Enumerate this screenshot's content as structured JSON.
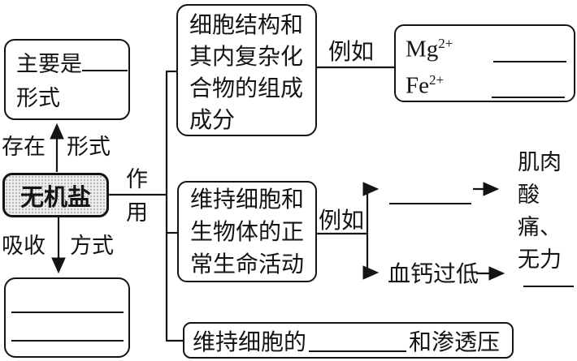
{
  "diagram": {
    "root_label": "无机盐",
    "edge_labels": {
      "existence": "存在",
      "existence_form": "形式",
      "absorption": "吸收",
      "absorption_mode": "方式",
      "role_top": "作",
      "role_bottom": "用",
      "example_composition": "例如",
      "example_life": "例如"
    },
    "boxes": {
      "main_form_prefix": "主要是",
      "main_form_suffix": "形式",
      "composition": "细胞结构和\n其内复杂化\n合物的组成\n成分",
      "life_activity": "维持细胞和\n生物体的正\n常生命活动",
      "osmotic_prefix": "维持细胞的",
      "osmotic_suffix": "和渗透压"
    },
    "ions": [
      {
        "symbol": "Mg",
        "charge": "2+"
      },
      {
        "symbol": "Fe",
        "charge": "2+"
      }
    ],
    "examples": {
      "muscle_symptoms": "肌肉\n酸痛、\n无力",
      "low_blood_calcium": "血钙过低"
    },
    "colors": {
      "line": "#141414",
      "root_fill": "#ececec"
    }
  }
}
